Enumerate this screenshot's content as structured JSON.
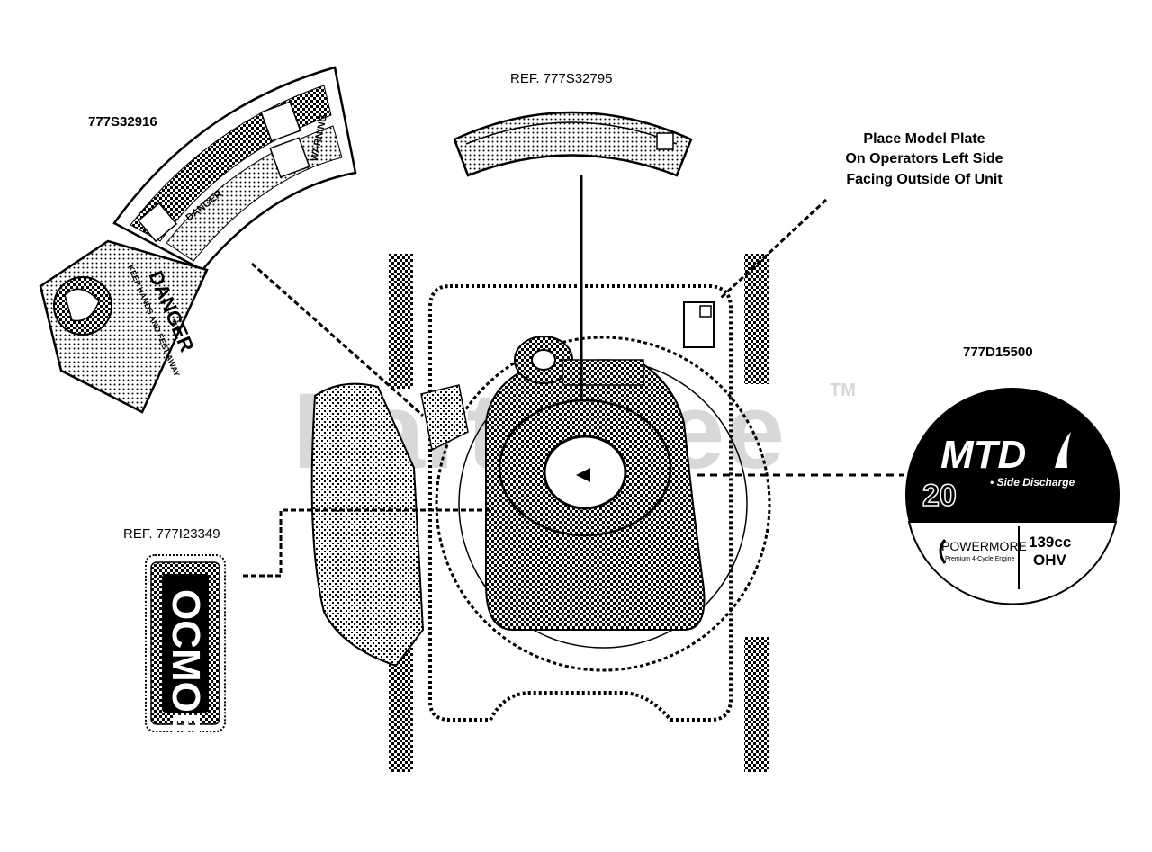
{
  "labels": {
    "part_1": "777S32916",
    "ref_top": "REF. 777S32795",
    "note_line1": "Place Model Plate",
    "note_line2": "On Operators Left Side",
    "note_line3": "Facing Outside Of Unit",
    "part_2": "777D15500",
    "ref_left": "REF. 777I23349"
  },
  "watermark": {
    "text": "PartsTree",
    "tm": "TM"
  },
  "decals": {
    "danger_1": "DANGER",
    "danger_2": "DANGER",
    "danger_keep_away": "KEEP HANDS AND FEET AWAY",
    "warning": "WARNING",
    "vertical_text": "OCMOE",
    "mtd_brand": "MTD",
    "mtd_model": "20",
    "mtd_side": "• Side Discharge",
    "mtd_engine_brand": "POWERMORE",
    "mtd_engine_sub": "Premium 4-Cycle Engine",
    "mtd_cc": "139cc",
    "mtd_ohv": "OHV"
  },
  "colors": {
    "ink": "#000000",
    "paper": "#ffffff",
    "watermark": "#d8d8d8"
  }
}
